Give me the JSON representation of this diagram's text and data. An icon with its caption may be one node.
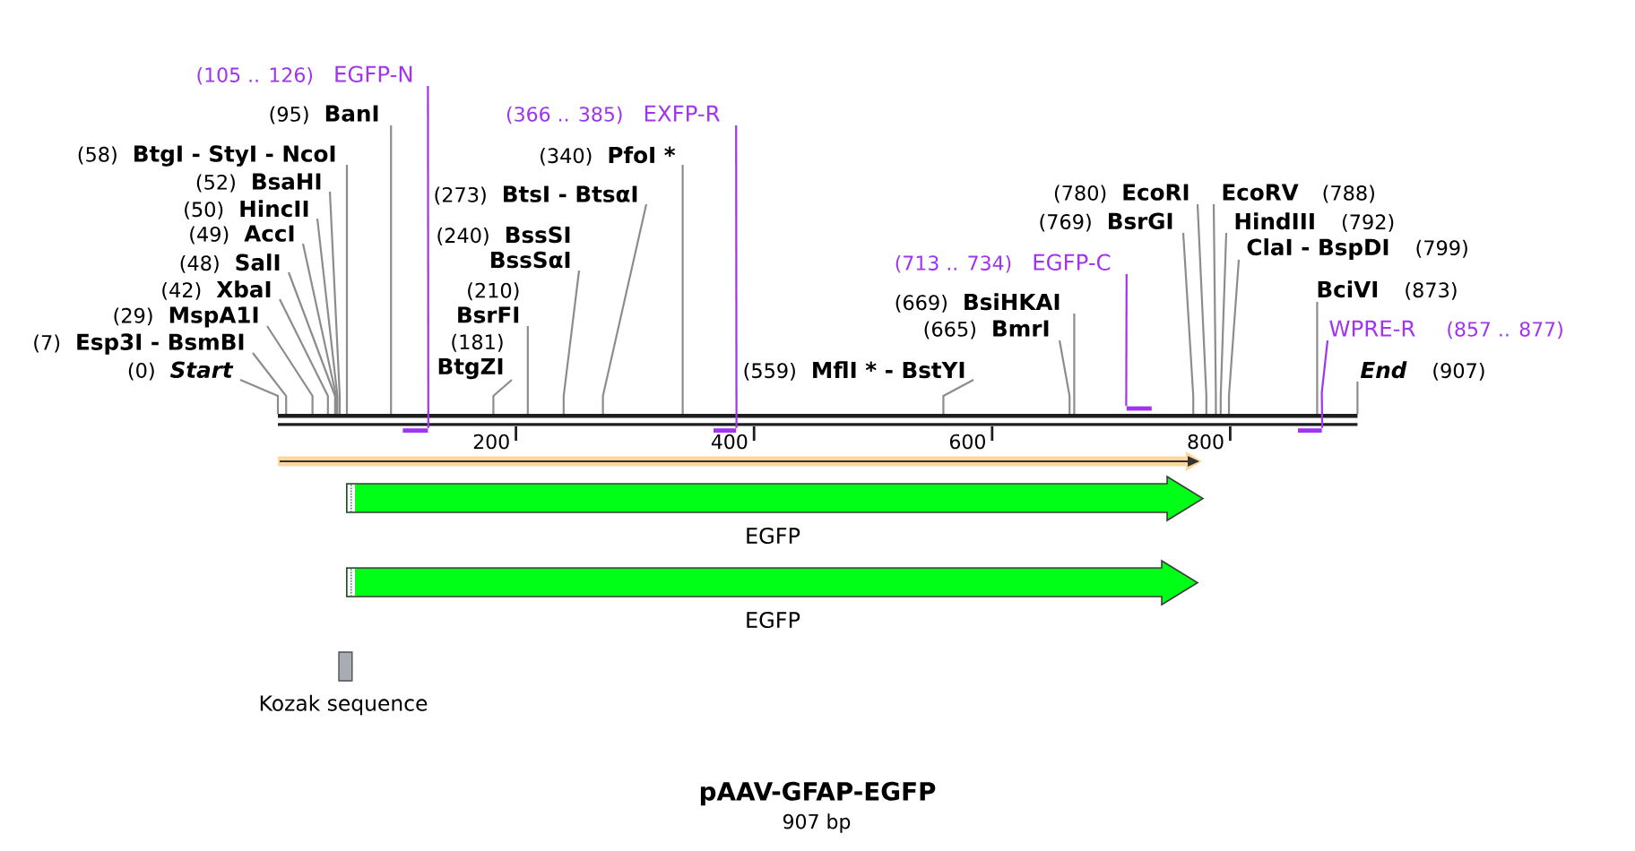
{
  "diagram": {
    "title": "pAAV-GFAP-EGFP",
    "caption": "907 bp",
    "nodes": [
      {
        "text": [],
        "shape": "bar"
      },
      {
        "text": [
          "(105 .. 126)",
          "EGFP-N"
        ]
      },
      {
        "text": [
          "(95)",
          "BanI"
        ]
      },
      {
        "text": [
          "(366 .. 385)",
          "EXFP-R"
        ]
      },
      {
        "text": [
          "(58)",
          "BtgI - StyI - NcoI"
        ]
      },
      {
        "text": [
          "(340)",
          "PfoI *"
        ]
      },
      {
        "text": [
          "(52)",
          "BsaHI"
        ]
      },
      {
        "text": [
          "(273)",
          "BtsI - BtsαI"
        ]
      },
      {
        "text": [
          "(780)",
          "EcoRI"
        ]
      },
      {
        "text": [
          "EcoRV",
          "(788)"
        ]
      },
      {
        "text": [
          "(50)",
          "HincII"
        ]
      },
      {
        "text": [
          "(769)",
          "BsrGI"
        ]
      },
      {
        "text": [
          "HindIII",
          "(792)"
        ]
      },
      {
        "text": [
          "(49)",
          "AccI"
        ]
      },
      {
        "text": [
          "ClaI - BspDI",
          "(799)"
        ]
      },
      {
        "text": [
          "(48)",
          "SalI"
        ]
      },
      {
        "text": [
          "(240)",
          "BssSI",
          "BssSαI"
        ]
      },
      {
        "text": [
          "(713 .. 734)",
          "EGFP-C"
        ]
      },
      {
        "text": [
          "(42)",
          "XbaI"
        ]
      },
      {
        "text": [
          "BciVI",
          "(873)"
        ]
      },
      {
        "text": [
          "(669)",
          "BsiHKAI"
        ]
      },
      {
        "text": [
          "(29)",
          "MspA1I"
        ]
      },
      {
        "text": [
          "(210)",
          "BsrFI"
        ]
      },
      {
        "text": [
          "(665)",
          "BmrI"
        ]
      },
      {
        "text": [
          "WPRE-R",
          "(857 .. 877)"
        ]
      },
      {
        "text": [
          "(7)",
          "Esp3I - BsmBI"
        ]
      },
      {
        "text": [
          "(0)",
          "Start"
        ]
      },
      {
        "text": [
          "(181)",
          "BtgZI"
        ]
      },
      {
        "text": [
          "(559)",
          "MflI * - BstYI"
        ]
      },
      {
        "text": [
          "End",
          "(907)"
        ]
      },
      {
        "text": [],
        "shape": "bar"
      },
      {
        "text": [],
        "shape": "bar"
      },
      {
        "text": [],
        "shape": "bar"
      },
      {
        "text": [],
        "shape": "bar"
      },
      {
        "text": [],
        "shape": "arrow"
      },
      {
        "text": [
          "EGFP"
        ]
      },
      {
        "text": [
          "EGFP"
        ]
      },
      {
        "text": [
          "Kozak sequence"
        ]
      }
    ],
    "edges": [
      {
        "from": 1,
        "to": 30,
        "arrow": "none",
        "color": "#a034f0"
      },
      {
        "from": 2,
        "to": 0,
        "arrow": "none"
      },
      {
        "from": 3,
        "to": 31,
        "arrow": "none",
        "color": "#a034f0"
      },
      {
        "from": 4,
        "to": 0,
        "arrow": "none"
      },
      {
        "from": 5,
        "to": 0,
        "arrow": "none"
      },
      {
        "from": 6,
        "to": 0,
        "arrow": "none"
      },
      {
        "from": 7,
        "to": 0,
        "arrow": "none"
      },
      {
        "from": 8,
        "to": 0,
        "arrow": "none"
      },
      {
        "from": 9,
        "to": 0,
        "arrow": "none"
      },
      {
        "from": 10,
        "to": 0,
        "arrow": "none"
      },
      {
        "from": 11,
        "to": 0,
        "arrow": "none"
      },
      {
        "from": 12,
        "to": 0,
        "arrow": "none"
      },
      {
        "from": 13,
        "to": 0,
        "arrow": "none"
      },
      {
        "from": 14,
        "to": 0,
        "arrow": "none"
      },
      {
        "from": 15,
        "to": 0,
        "arrow": "none"
      },
      {
        "from": 16,
        "to": 0,
        "arrow": "none"
      },
      {
        "from": 17,
        "to": 32,
        "arrow": "none",
        "color": "#a034f0"
      },
      {
        "from": 18,
        "to": 0,
        "arrow": "none"
      },
      {
        "from": 19,
        "to": 0,
        "arrow": "none"
      },
      {
        "from": 20,
        "to": 0,
        "arrow": "none"
      },
      {
        "from": 21,
        "to": 0,
        "arrow": "none"
      },
      {
        "from": 22,
        "to": 0,
        "arrow": "none"
      },
      {
        "from": 23,
        "to": 0,
        "arrow": "none"
      },
      {
        "from": 24,
        "to": 33,
        "arrow": "none",
        "color": "#a034f0"
      },
      {
        "from": 25,
        "to": 0,
        "arrow": "none"
      },
      {
        "from": 26,
        "to": 0,
        "arrow": "none"
      },
      {
        "from": 27,
        "to": 0,
        "arrow": "none"
      },
      {
        "from": 28,
        "to": 0,
        "arrow": "none"
      },
      {
        "from": 29,
        "to": 0,
        "arrow": "none"
      }
    ],
    "labels": [
      "200",
      "400",
      "600",
      "800"
    ]
  }
}
